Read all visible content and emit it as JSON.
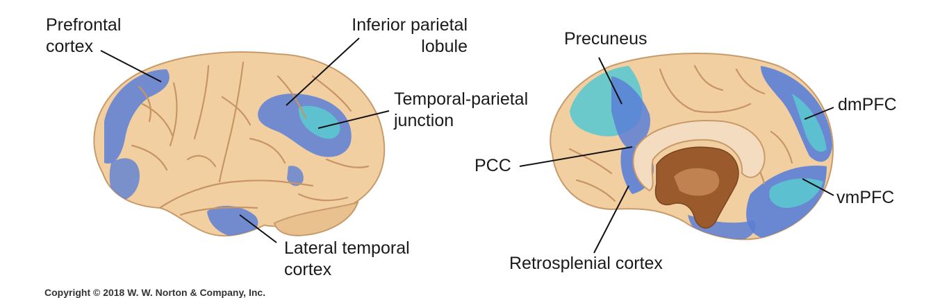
{
  "colors": {
    "brain_base": "#f2cfa0",
    "brain_outline": "#c89a6a",
    "sulcus": "#c79466",
    "activation_blue": "#5b7fd6",
    "activation_cyan": "#5cc7cf",
    "corpus_callosum": "#f4dcc0",
    "brainstem_inner": "#9a5a2c",
    "leader_line": "#111111"
  },
  "lateral_view": {
    "labels": {
      "prefrontal": [
        "Prefrontal",
        "cortex"
      ],
      "inferior_parietal": [
        "Inferior parietal",
        "lobule"
      ],
      "tpj": [
        "Temporal-parietal",
        "junction"
      ],
      "lateral_temporal": [
        "Lateral temporal",
        "cortex"
      ]
    }
  },
  "medial_view": {
    "labels": {
      "precuneus": "Precuneus",
      "dmpfc": "dmPFC",
      "pcc": "PCC",
      "vmpfc": "vmPFC",
      "retrosplenial": "Retrosplenial cortex"
    }
  },
  "copyright": "Copyright © 2018 W. W. Norton & Company, Inc."
}
